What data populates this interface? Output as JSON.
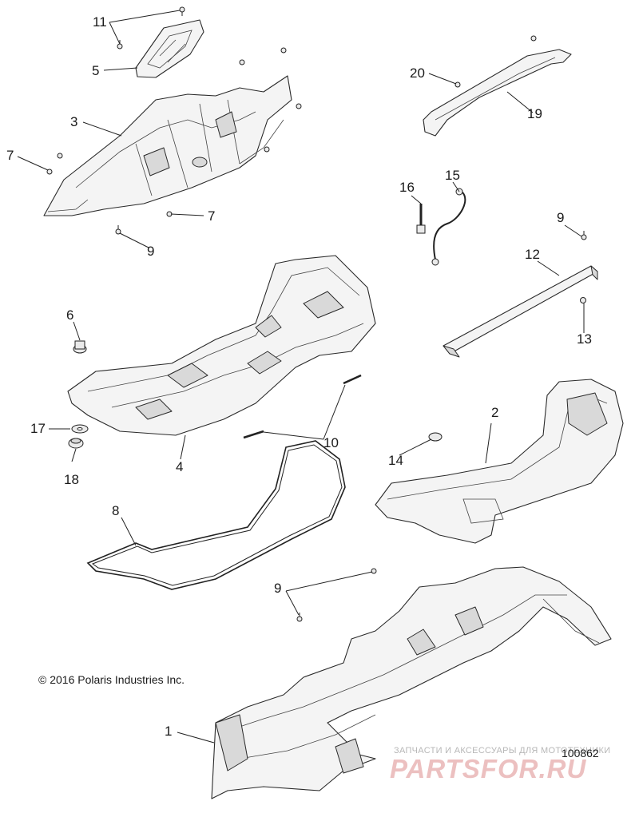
{
  "callouts": {
    "n1": "1",
    "n2": "2",
    "n3": "3",
    "n4": "4",
    "n5": "5",
    "n6": "6",
    "n7a": "7",
    "n7b": "7",
    "n8": "8",
    "n9a": "9",
    "n9b": "9",
    "n9c": "9",
    "n10": "10",
    "n11": "11",
    "n12": "12",
    "n13": "13",
    "n14": "14",
    "n15": "15",
    "n16": "16",
    "n17": "17",
    "n18": "18",
    "n19": "19",
    "n20": "20"
  },
  "copyright": "© 2016 Polaris Industries Inc.",
  "drawing_number": "100862",
  "watermark": {
    "tagline": "ЗАПЧАСТИ И АКСЕССУАРЫ ДЛЯ МОТОТЕХНИКИ",
    "brand": "PARTSFOR.RU"
  }
}
